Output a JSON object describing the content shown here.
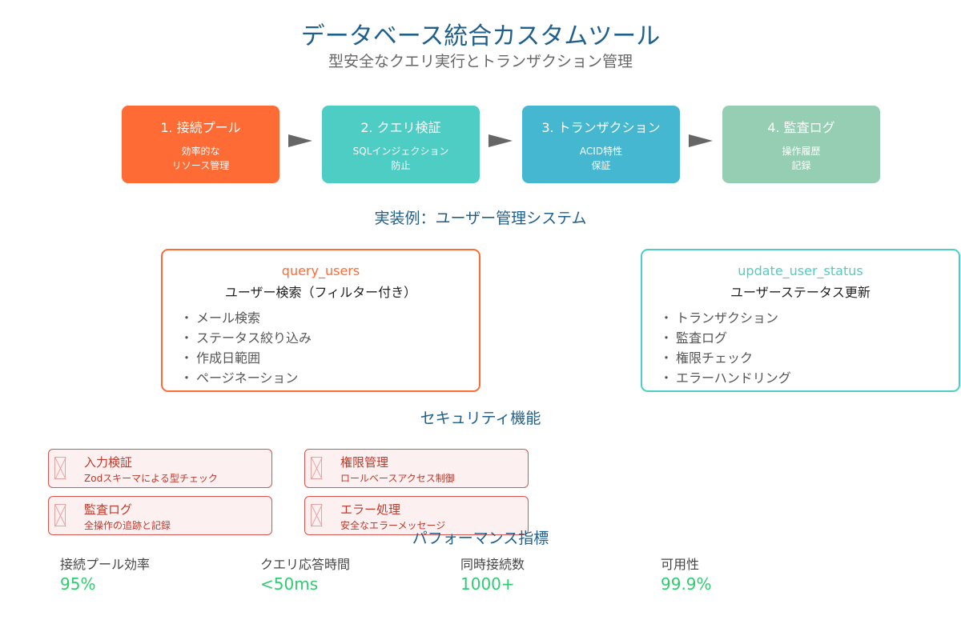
{
  "header": {
    "title": "データベース統合カスタムツール",
    "subtitle": "型安全なクエリ実行とトランザクション管理"
  },
  "steps": [
    {
      "title": "1. 接続プール",
      "desc_line1": "効率的な",
      "desc_line2": "リソース管理",
      "color": "#ff6b35"
    },
    {
      "title": "2. クエリ検証",
      "desc_line1": "SQLインジェクション",
      "desc_line2": "防止",
      "color": "#4ecdc4"
    },
    {
      "title": "3. トランザクション",
      "desc_line1": "ACID特性",
      "desc_line2": "保証",
      "color": "#45b7d1"
    },
    {
      "title": "4. 監査ログ",
      "desc_line1": "操作履歴",
      "desc_line2": "記録",
      "color": "#96ceb4"
    }
  ],
  "example": {
    "heading": "実装例：ユーザー管理システム",
    "cards": [
      {
        "name": "query_users",
        "subtitle": "ユーザー検索（フィルター付き）",
        "color": "#ff6b35",
        "items": [
          "メール検索",
          "ステータス絞り込み",
          "作成日範囲",
          "ページネーション"
        ]
      },
      {
        "name": "update_user_status",
        "subtitle": "ユーザーステータス更新",
        "color": "#4ecdc4",
        "items": [
          "トランザクション",
          "監査ログ",
          "権限チェック",
          "エラーハンドリング"
        ]
      }
    ]
  },
  "security": {
    "heading": "セキュリティ機能",
    "items": [
      {
        "title": "入力検証",
        "desc": "Zodスキーマによる型チェック"
      },
      {
        "title": "権限管理",
        "desc": "ロールベースアクセス制御"
      },
      {
        "title": "監査ログ",
        "desc": "全操作の追跡と記録"
      },
      {
        "title": "エラー処理",
        "desc": "安全なエラーメッセージ"
      }
    ]
  },
  "performance": {
    "heading": "パフォーマンス指標",
    "metrics": [
      {
        "label": "接続プール効率",
        "value": "95%"
      },
      {
        "label": "クエリ応答時間",
        "value": "<50ms"
      },
      {
        "label": "同時接続数",
        "value": "1000+"
      },
      {
        "label": "可用性",
        "value": "99.9%"
      }
    ],
    "value_color": "#2ecc71"
  }
}
